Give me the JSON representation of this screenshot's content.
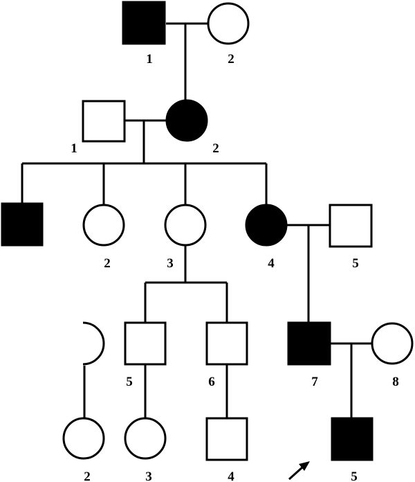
{
  "colors": {
    "affected": "#000000",
    "unaffected": "#ffffff",
    "line": "#000000"
  },
  "generations": [
    {
      "members": [
        {
          "id": "g1-1",
          "sex": "male",
          "affected": true,
          "label": "1"
        },
        {
          "id": "g1-2",
          "sex": "female",
          "affected": false,
          "label": "2"
        }
      ]
    },
    {
      "members": [
        {
          "id": "g2-1",
          "sex": "male",
          "affected": false,
          "label": "1"
        },
        {
          "id": "g2-2",
          "sex": "female",
          "affected": true,
          "label": "2"
        }
      ]
    },
    {
      "members": [
        {
          "id": "g3-1",
          "sex": "male",
          "affected": true,
          "label": ""
        },
        {
          "id": "g3-2",
          "sex": "female",
          "affected": false,
          "label": "2"
        },
        {
          "id": "g3-3",
          "sex": "female",
          "affected": false,
          "label": "3"
        },
        {
          "id": "g3-4",
          "sex": "female",
          "affected": true,
          "label": "4"
        },
        {
          "id": "g3-5",
          "sex": "male",
          "affected": false,
          "label": "5"
        }
      ]
    },
    {
      "members": [
        {
          "id": "g4-x",
          "sex": "unknown",
          "affected": false,
          "label": ""
        },
        {
          "id": "g4-5",
          "sex": "male",
          "affected": false,
          "label": "5"
        },
        {
          "id": "g4-6",
          "sex": "male",
          "affected": false,
          "label": "6"
        },
        {
          "id": "g4-7",
          "sex": "male",
          "affected": true,
          "label": "7"
        },
        {
          "id": "g4-8",
          "sex": "female",
          "affected": false,
          "label": "8"
        }
      ]
    },
    {
      "members": [
        {
          "id": "g5-2",
          "sex": "female",
          "affected": false,
          "label": "2"
        },
        {
          "id": "g5-3",
          "sex": "female",
          "affected": false,
          "label": "3"
        },
        {
          "id": "g5-4",
          "sex": "male",
          "affected": false,
          "label": "4"
        },
        {
          "id": "g5-5",
          "sex": "male",
          "affected": true,
          "label": "5",
          "proband": true
        }
      ]
    }
  ],
  "proband_indicator": "arrow-icon"
}
